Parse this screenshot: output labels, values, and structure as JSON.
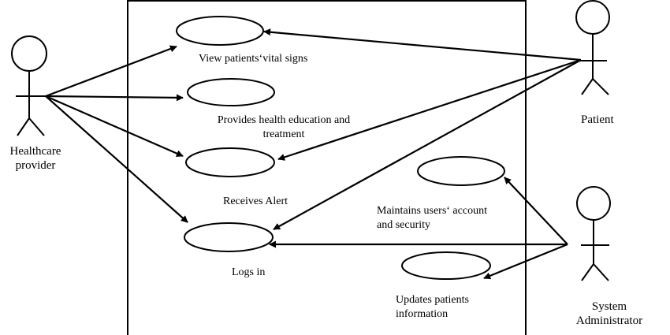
{
  "actors": {
    "healthcare": {
      "line1": "Healthcare",
      "line2": "provider"
    },
    "patient": {
      "label": "Patient"
    },
    "admin": {
      "line1": "System",
      "line2": "Administrator"
    }
  },
  "use_cases": {
    "view_vitals": "View patients‘vital signs",
    "health_education_line1": "Provides health education and",
    "health_education_line2": "treatment",
    "receives_alert": "Receives Alert",
    "maintains_line1": "Maintains users‘ account",
    "maintains_line2": "and security",
    "logs_in": "Logs in",
    "updates_line1": "Updates patients",
    "updates_line2": "information"
  },
  "colors": {
    "stroke": "#000000",
    "background": "#ffffff"
  }
}
